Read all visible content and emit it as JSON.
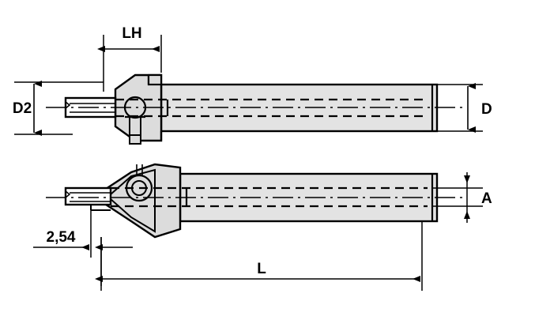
{
  "drawing": {
    "type": "engineering-dimension-drawing",
    "subject": "boring bar / internal turning tool holder with coolant-through shank",
    "views": [
      {
        "name": "top-view",
        "description": "side elevation showing head with clamp screw and cylindrical shank"
      },
      {
        "name": "bottom-view",
        "description": "rotated 90 degree view showing insert pocket, clamp screw and shank"
      }
    ],
    "background_color": "#ffffff",
    "line_color": "#000000",
    "body_fill_color": "#e3e3e3",
    "head_fill_color": "#dcdcdc"
  },
  "dimensions": {
    "lh": {
      "label": "LH",
      "view": "top-view",
      "orientation": "horizontal",
      "position": "above-head"
    },
    "d2": {
      "label": "D2",
      "view": "top-view",
      "orientation": "vertical",
      "position": "left-of-head"
    },
    "d": {
      "label": "D",
      "view": "top-view",
      "orientation": "vertical",
      "position": "right-of-shank"
    },
    "a": {
      "label": "A",
      "view": "bottom-view",
      "orientation": "vertical",
      "position": "right-of-shank"
    },
    "offset": {
      "label": "2,54",
      "view": "bottom-view",
      "orientation": "horizontal",
      "position": "below-tip"
    },
    "l": {
      "label": "L",
      "view": "bottom-view",
      "orientation": "horizontal",
      "position": "bottom-overall"
    }
  },
  "labels": {
    "lh": "LH",
    "d2": "D2",
    "d": "D",
    "a": "A",
    "offset": "2,54",
    "l": "L"
  }
}
